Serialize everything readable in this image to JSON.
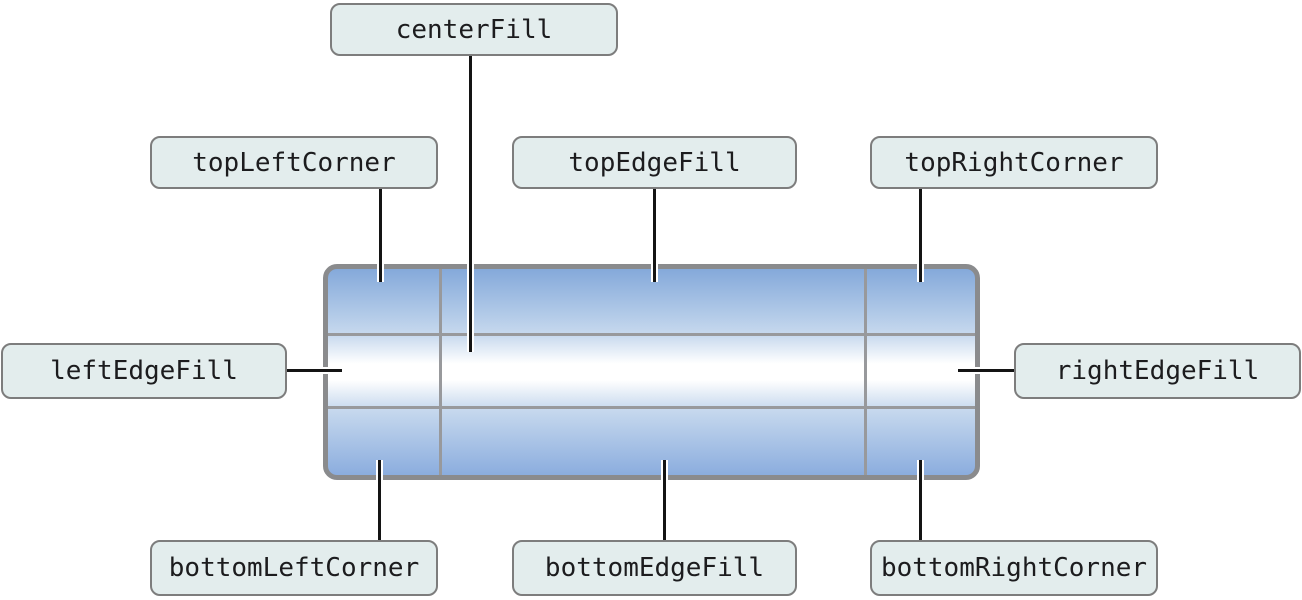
{
  "diagram": {
    "type": "nine-part-image-regions",
    "description": "Diagram of a nine-part (9-slice) stretchable image: a glossy blue rounded rectangle divided by grid lines into nine regions, each connected by a callout line to its region-name label"
  },
  "colors": {
    "background": "#ffffff",
    "image_border": "#8a8b8d",
    "grid_line": "#98999c",
    "gradient_top": "#84a9da",
    "gradient_middle": "#ffffff",
    "gradient_bottom": "#8badde",
    "callout_line": "#141414",
    "label_fill": "#e3eded",
    "label_border": "#7d7d7d",
    "label_text": "#1c1c1e"
  },
  "labels": [
    {
      "id": "centerFill",
      "text": "centerFill",
      "region": "center"
    },
    {
      "id": "topLeftCorner",
      "text": "topLeftCorner",
      "region": "top-left"
    },
    {
      "id": "topEdgeFill",
      "text": "topEdgeFill",
      "region": "top-center"
    },
    {
      "id": "topRightCorner",
      "text": "topRightCorner",
      "region": "top-right"
    },
    {
      "id": "leftEdgeFill",
      "text": "leftEdgeFill",
      "region": "middle-left"
    },
    {
      "id": "rightEdgeFill",
      "text": "rightEdgeFill",
      "region": "middle-right"
    },
    {
      "id": "bottomLeftCorner",
      "text": "bottomLeftCorner",
      "region": "bottom-left"
    },
    {
      "id": "bottomEdgeFill",
      "text": "bottomEdgeFill",
      "region": "bottom-center"
    },
    {
      "id": "bottomRightCorner",
      "text": "bottomRightCorner",
      "region": "bottom-right"
    }
  ]
}
